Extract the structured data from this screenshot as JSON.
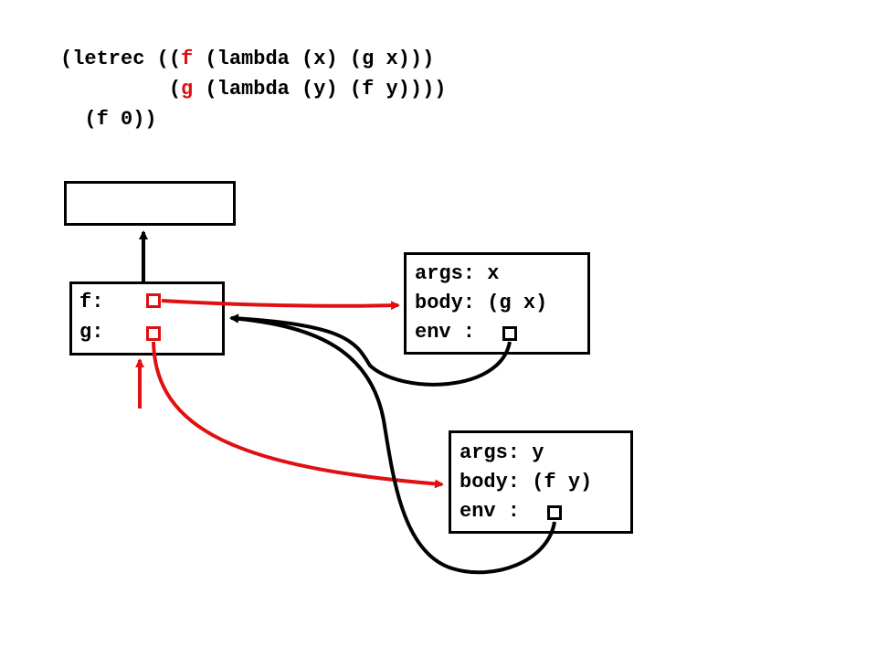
{
  "code": {
    "line1": {
      "pre": "(letrec ((",
      "name": "f",
      "post": " (lambda (x) (g x)))"
    },
    "line2": {
      "pre": "         (",
      "name": "g",
      "post": " (lambda (y) (f y))))"
    },
    "line3": "  (f 0))"
  },
  "frame": {
    "f_label": "f:",
    "g_label": "g:"
  },
  "closure_f": {
    "args": "args: x",
    "body": "body: (g x)",
    "env": "env :"
  },
  "closure_g": {
    "args": "args: y",
    "body": "body: (f y)",
    "env": "env :"
  },
  "colors": {
    "highlight": "#e01010",
    "ink": "#000000"
  }
}
